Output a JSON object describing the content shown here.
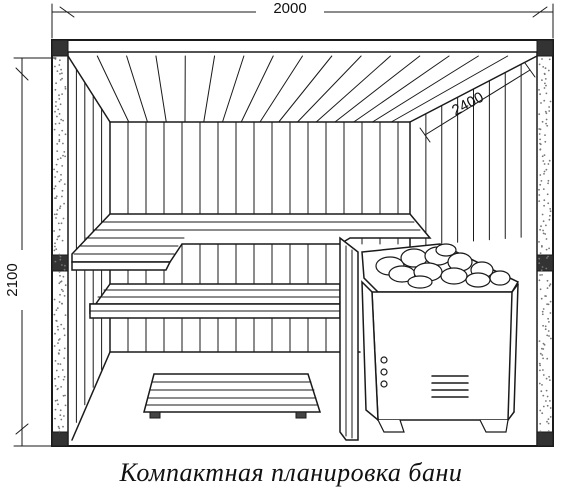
{
  "caption": "Компактная планировка бани",
  "dimensions": {
    "width": "2000",
    "depth": "2400",
    "height": "2100"
  },
  "colors": {
    "line": "#1a1a1a",
    "background": "#ffffff"
  }
}
